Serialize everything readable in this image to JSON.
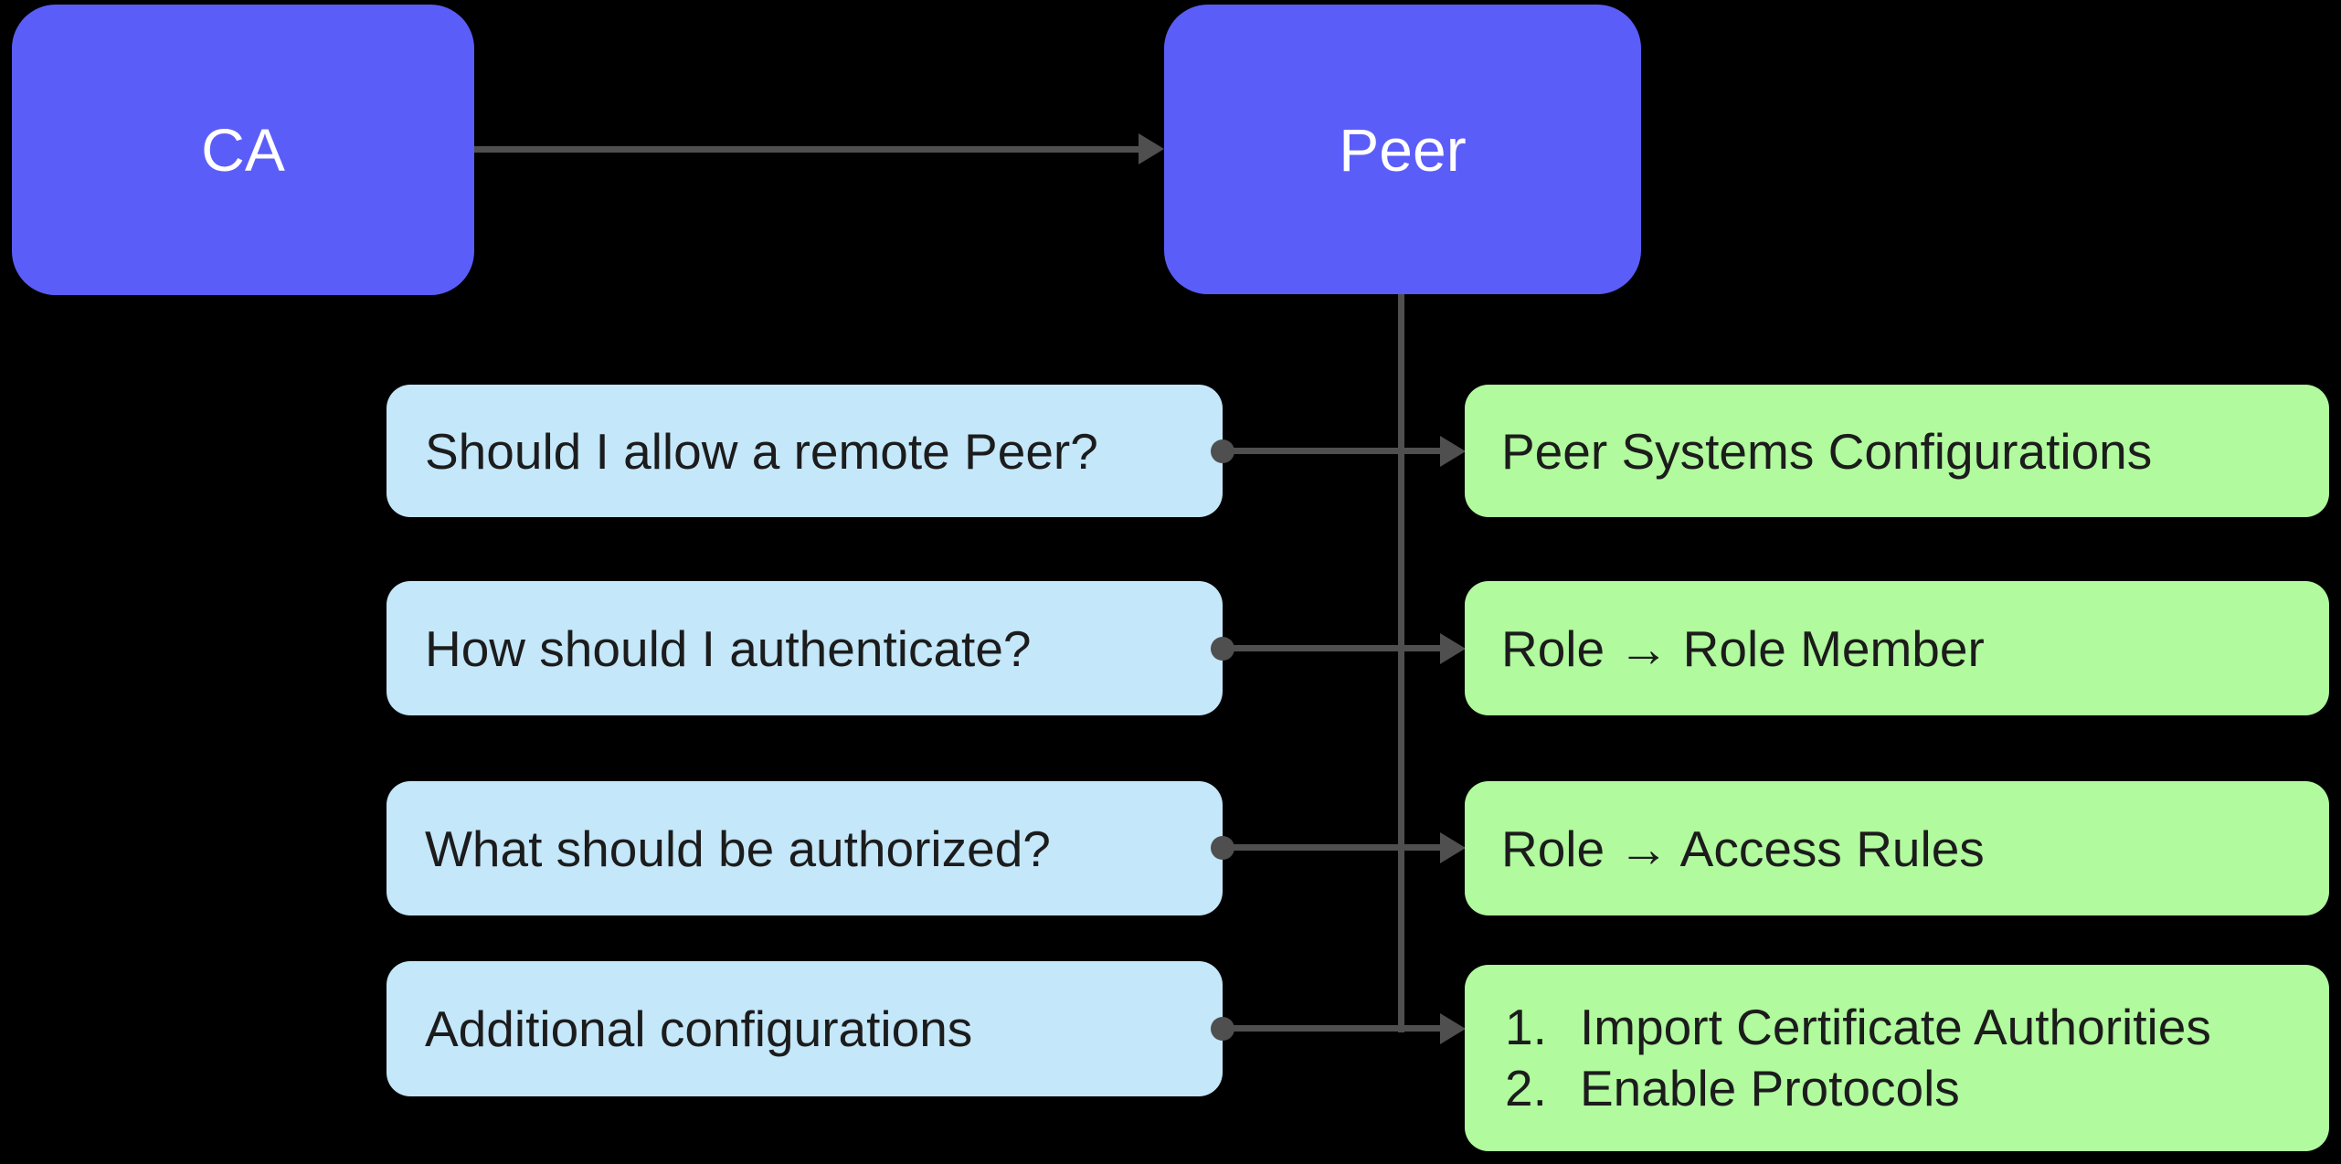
{
  "colors": {
    "background": "#000000",
    "node_fill": "#5B5DF9",
    "node_text": "#FFFFFF",
    "question_fill": "#C4E7FA",
    "answer_fill": "#B1FA9E",
    "box_text": "#1C1C1C",
    "connector": "#4F4F4F"
  },
  "nodes": {
    "ca": {
      "label": "CA"
    },
    "peer": {
      "label": "Peer"
    }
  },
  "rows": [
    {
      "question": "Should I allow a remote Peer?",
      "answer": "Peer Systems Configurations"
    },
    {
      "question": "How should I authenticate?",
      "answer": "Role → Role Member"
    },
    {
      "question": "What should be authorized?",
      "answer": "Role → Access Rules"
    },
    {
      "question": "Additional configurations",
      "answer_items": [
        {
          "marker": "1.",
          "text": "Import Certificate Authorities"
        },
        {
          "marker": "2.",
          "text": "Enable Protocols"
        }
      ]
    }
  ]
}
